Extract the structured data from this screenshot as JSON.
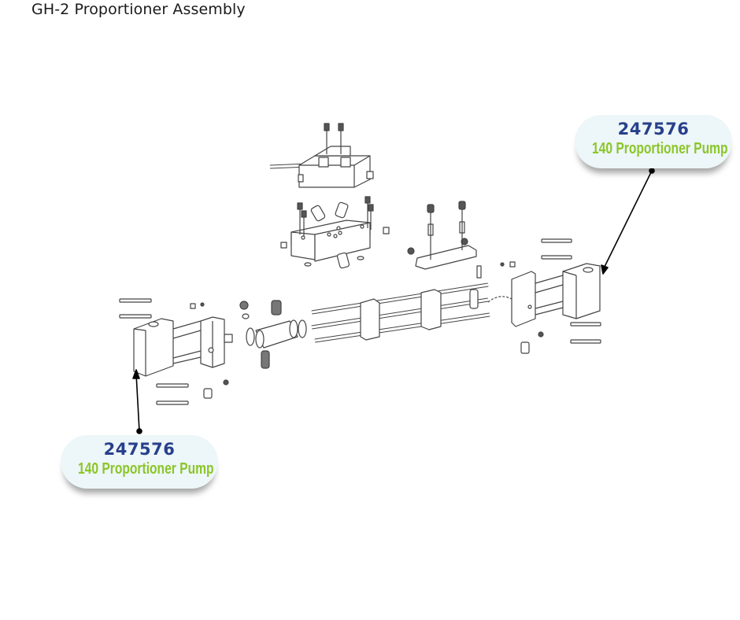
{
  "page": {
    "title": "GH-2 Proportioner Assembly"
  },
  "callouts": [
    {
      "part_number": "247576",
      "description": "140 Proportioner Pump",
      "points_to": "right-pump"
    },
    {
      "part_number": "247576",
      "description": "140 Proportioner Pump",
      "points_to": "left-pump"
    }
  ],
  "colors": {
    "part_number": "#27408b",
    "description": "#8bc629",
    "callout_bg": "#edf6f8",
    "drawing_line": "#333333"
  }
}
